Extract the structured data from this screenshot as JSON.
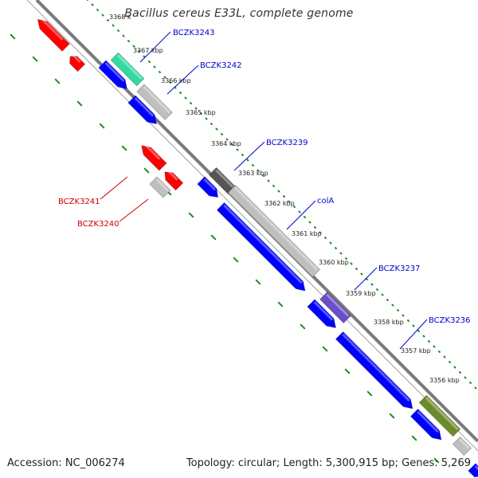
{
  "title": "Bacillus cereus E33L, complete genome",
  "footer": {
    "accession": "Accession: NC_006274",
    "summary": "Topology: circular; Length: 5,300,915 bp; Genes: 5,269"
  },
  "colors": {
    "backbone": "#808080",
    "tick_major": "#1c8a1c",
    "forward_cds": "#0000ff",
    "reverse_cds": "#ff0000",
    "other": "#bfbfbf",
    "label_forward": "#0000cc",
    "label_reverse": "#cc0000"
  },
  "scale_labels": [
    "3368 k",
    "3367 kbp",
    "3366 kbp",
    "3365 kbp",
    "3364 kbp",
    "3363 kbp",
    "3362 kbp",
    "3361 kbp",
    "3360 kbp",
    "3359 kbp",
    "3358 kbp",
    "3357 kbp",
    "3356 kbp"
  ],
  "gene_labels": [
    {
      "name": "BCZK3243",
      "strand": "forward"
    },
    {
      "name": "BCZK3242",
      "strand": "forward"
    },
    {
      "name": "BCZK3239",
      "strand": "forward"
    },
    {
      "name": "colA",
      "strand": "forward"
    },
    {
      "name": "BCZK3237",
      "strand": "forward"
    },
    {
      "name": "BCZK3236",
      "strand": "forward"
    },
    {
      "name": "BCZK3241",
      "strand": "reverse"
    },
    {
      "name": "BCZK3240",
      "strand": "reverse"
    }
  ]
}
